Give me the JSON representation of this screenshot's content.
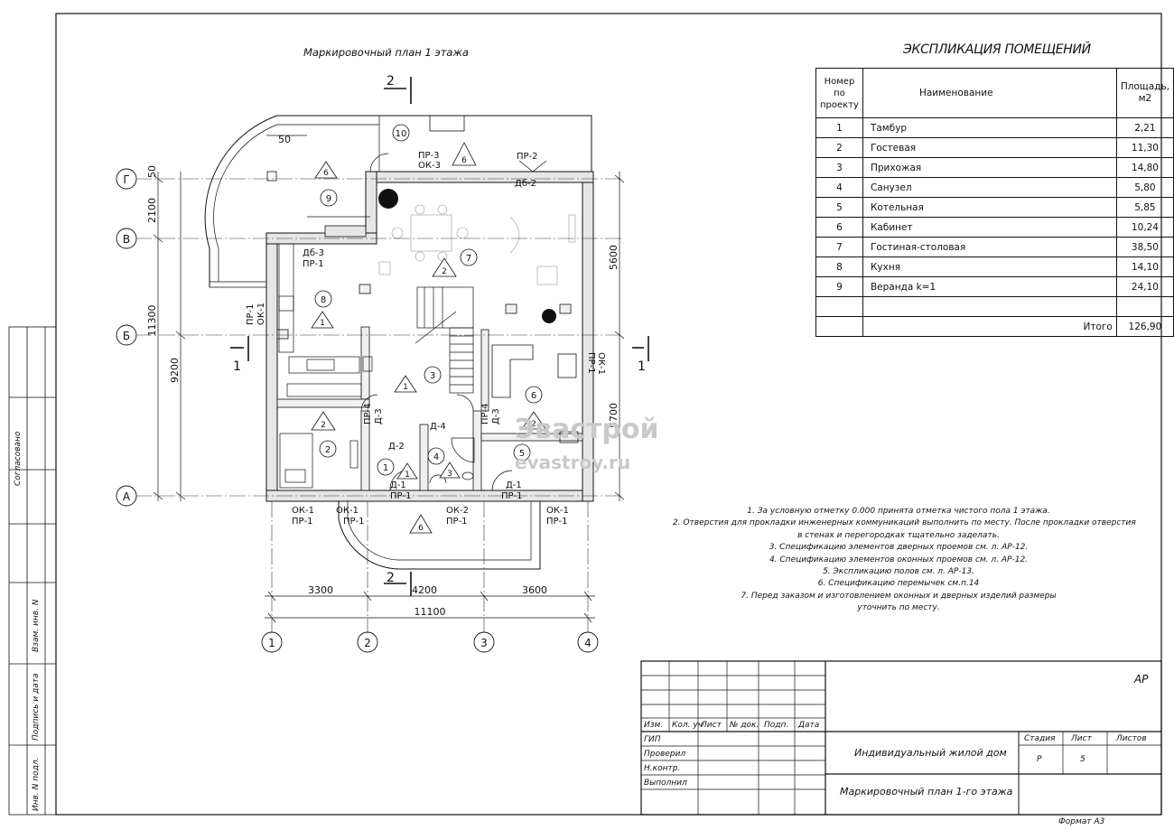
{
  "plan_title": "Маркировочный план 1 этажа",
  "explication": {
    "title": "ЭКСПЛИКАЦИЯ ПОМЕЩЕНИЙ",
    "headers": {
      "num_1": "Номер",
      "num_2": "по",
      "num_3": "проекту",
      "name": "Наименование",
      "area_1": "Площадь,",
      "area_2": "м2"
    },
    "rows": [
      {
        "num": "1",
        "name": "Тамбур",
        "area": "2,21"
      },
      {
        "num": "2",
        "name": "Гостевая",
        "area": "11,30"
      },
      {
        "num": "3",
        "name": "Прихожая",
        "area": "14,80"
      },
      {
        "num": "4",
        "name": "Санузел",
        "area": "5,80"
      },
      {
        "num": "5",
        "name": "Котельная",
        "area": "5,85"
      },
      {
        "num": "6",
        "name": "Кабинет",
        "area": "10,24"
      },
      {
        "num": "7",
        "name": "Гостиная-столовая",
        "area": "38,50"
      },
      {
        "num": "8",
        "name": "Кухня",
        "area": "14,10"
      },
      {
        "num": "9",
        "name": "Веранда  k=1",
        "area": "24,10"
      }
    ],
    "total_label": "Итого",
    "total_value": "126,90"
  },
  "notes": [
    "1. За условную отметку 0.000 принята отметка чистого пола 1 этажа.",
    "2. Отверстия для прокладки инженерных коммуникаций выполнить по месту. После прокладки  отверстия",
    "в стенах и перегородках тщательно заделать.",
    "3. Спецификацию элементов дверных проемов см. л. АР-12.",
    "4. Спецификацию элементов оконных проемов см. л. АР-12.",
    "5. Экспликацию полов см. л. АР-13.",
    "6. Спецификацию перемычек см.п.14",
    "7. Перед заказом и изготовлением оконных и дверных изделий размеры",
    "уточнить по месту."
  ],
  "axes": {
    "columns": [
      "1",
      "2",
      "3",
      "4"
    ],
    "rows": [
      "Г",
      "В",
      "Б",
      "А"
    ],
    "dims_bottom": [
      "3300",
      "4200",
      "3600"
    ],
    "dim_total_bottom": "11100",
    "dims_left": [
      "50",
      "2100",
      "11300",
      "9200"
    ],
    "dims_right": [
      "5600",
      "5700"
    ],
    "dim_50_top": "50"
  },
  "sections": {
    "s1": "1",
    "s2": "2"
  },
  "rooms": [
    "1",
    "2",
    "3",
    "4",
    "5",
    "6",
    "7",
    "8",
    "9",
    "10"
  ],
  "floor_marks": [
    "1",
    "2",
    "3",
    "6"
  ],
  "labels": {
    "pr3": "ПР-3",
    "ok3": "ОК-3",
    "pr2": "ПР-2",
    "db2": "Дб-2",
    "db3": "Дб-3",
    "pr1": "ПР-1",
    "ok1": "ОК-1",
    "pr4": "ПР-4",
    "d3": "Д-3",
    "d2": "Д-2",
    "d4": "Д-4",
    "d1": "Д-1",
    "ok2": "ОК-2"
  },
  "watermark": {
    "brand": "Эвастрой",
    "url": "evastroy.ru"
  },
  "title_block": {
    "code": "АР",
    "cols": [
      "Изм.",
      "Кол. уч",
      "Лист",
      "№ док.",
      "Подп.",
      "Дата"
    ],
    "roles": [
      "ГИП",
      "Проверил",
      "Н.контр.",
      "Выполнил"
    ],
    "stage_label": "Стадия",
    "sheet_label": "Лист",
    "sheets_label": "Листов",
    "stage": "Р",
    "sheet": "5",
    "project": "Индивидуальный жилой дом",
    "drawing": "Маркировочный план 1-го этажа",
    "format": "Формат А3"
  },
  "side_stamp": {
    "agreed": "Согласовано",
    "inv_zam": "Взам. инв. N",
    "sign_date": "Подпись и дата",
    "inv_orig": "Инв. N подл."
  }
}
